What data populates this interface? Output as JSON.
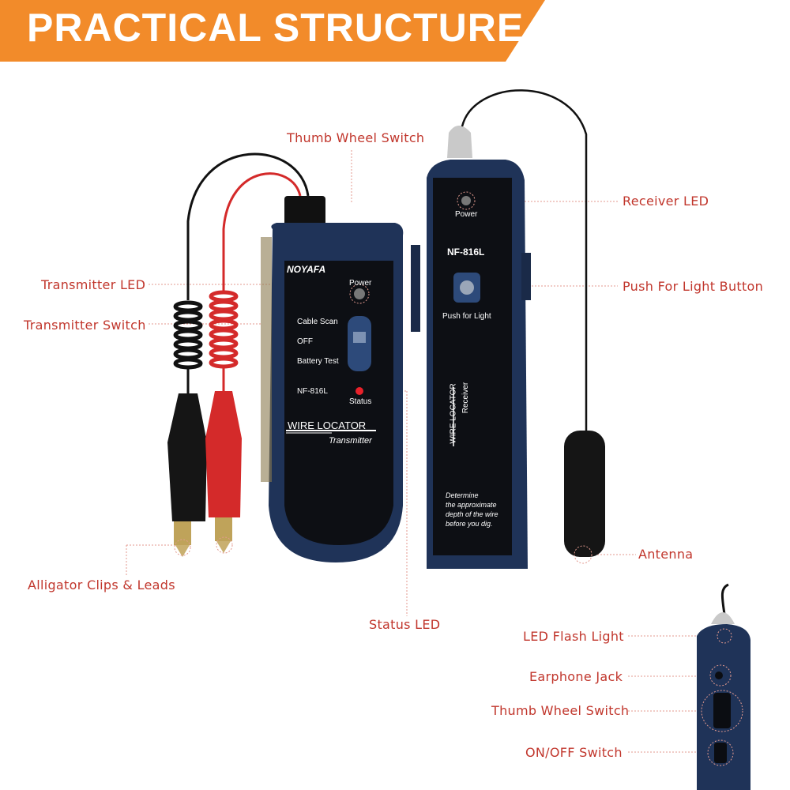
{
  "banner": {
    "title": "PRACTICAL STRUCTURE",
    "color": "#f28b2a"
  },
  "callouts": {
    "thumb_wheel_top": "Thumb Wheel Switch",
    "receiver_led": "Receiver LED",
    "transmitter_led": "Transmitter LED",
    "push_for_light_button": "Push For Light Button",
    "transmitter_switch": "Transmitter Switch",
    "alligator_clips": "Alligator Clips & Leads",
    "antenna": "Antenna",
    "status_led": "Status LED",
    "led_flash_light": "LED Flash Light",
    "earphone_jack": "Earphone Jack",
    "thumb_wheel_bottom": "Thumb Wheel Switch",
    "on_off_switch": "ON/OFF Switch"
  },
  "transmitter": {
    "brand": "NOYAFA",
    "power_label": "Power",
    "switch_positions": [
      "Cable Scan",
      "OFF",
      "Battery Test"
    ],
    "model": "NF-816L",
    "status_label": "Status",
    "product_title": "WIRE LOCATOR",
    "product_subtitle": "Transmitter"
  },
  "receiver": {
    "power_label": "Power",
    "model": "NF-816L",
    "button_label": "Push for Light",
    "vertical_title": "WIRE LOCATOR",
    "vertical_subtitle": "Receiver",
    "note_lines": [
      "Determine",
      "the approximate",
      "depth of the wire",
      "before you dig."
    ]
  },
  "colors": {
    "callout_text": "#c1362c",
    "device_body": "#1f3358",
    "device_panel": "#0d0f14",
    "lead_red": "#d42a2a",
    "lead_black": "#111111"
  }
}
